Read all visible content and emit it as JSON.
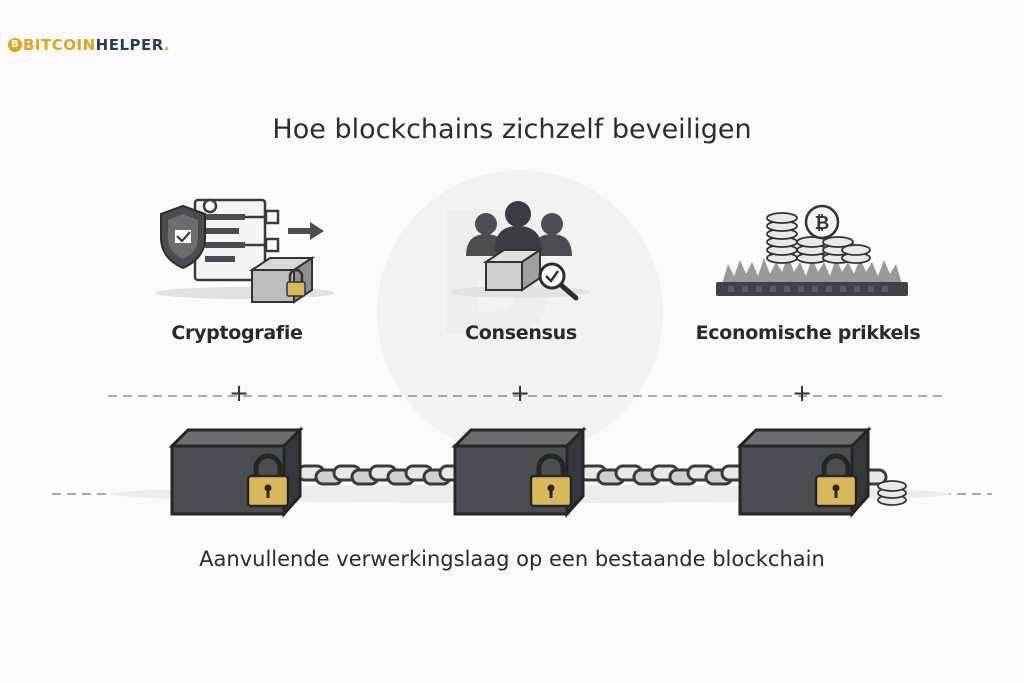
{
  "brand": {
    "b_mark": "B",
    "bitcoin": "BITCOIN",
    "helper": "HELPER",
    "dot": "."
  },
  "title": "Hoe blockchains zichzelf beveiligen",
  "watermark": "B",
  "pillars": [
    {
      "label": "Cryptografie",
      "icon": "shield-document-lock-icon"
    },
    {
      "label": "Consensus",
      "icon": "people-block-check-icon"
    },
    {
      "label": "Economische prikkels",
      "icon": "coin-stacks-icon"
    }
  ],
  "plus_markers": [
    "+",
    "+",
    "+"
  ],
  "chain": {
    "blocks": 3,
    "icon": "locked-block-icon",
    "link_icon": "chain-link-icon"
  },
  "caption": "Aanvullende verwerkingslaag op een bestaande blockchain",
  "colors": {
    "brand_orange": "#e6a21a",
    "brand_navy": "#2f3e4e",
    "block_gray": "#4a4d52",
    "lock_gold": "#d9b85a"
  }
}
